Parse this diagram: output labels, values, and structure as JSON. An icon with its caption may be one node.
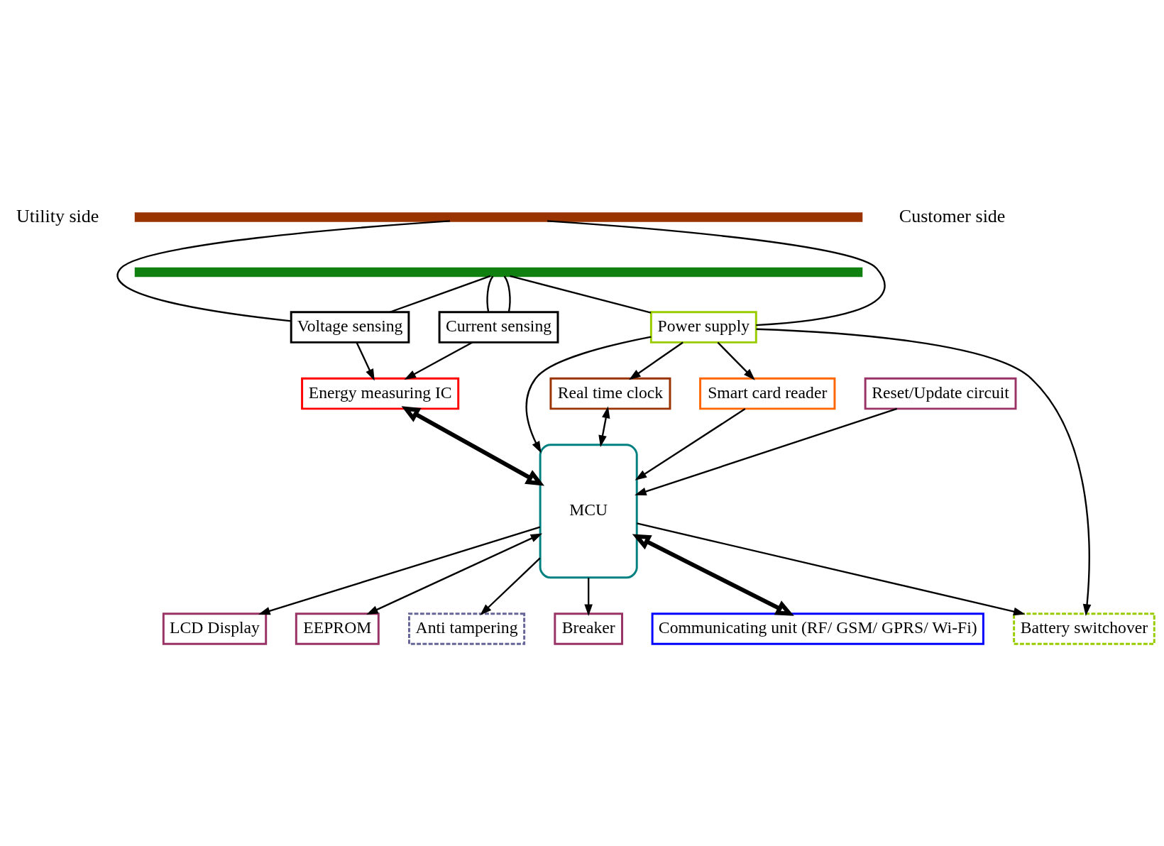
{
  "diagram": {
    "nodes": [
      {
        "text": [],
        "shape": "bar"
      },
      {
        "text": [],
        "shape": "bar"
      },
      {
        "text": [
          "Voltage sensing"
        ]
      },
      {
        "text": [
          "Current sensing"
        ]
      },
      {
        "text": [
          "Energy measuring IC"
        ]
      },
      {
        "text": [
          "Power supply"
        ]
      },
      {
        "text": [
          "Battery switchover"
        ]
      },
      {
        "text": [
          "MCU"
        ]
      },
      {
        "text": [
          "Reset/Update circuit"
        ]
      },
      {
        "text": [
          "Real time clock"
        ]
      },
      {
        "text": [
          "LCD Display"
        ]
      },
      {
        "text": [
          "EEPROM"
        ]
      },
      {
        "text": [
          "Anti tampering"
        ]
      },
      {
        "text": [
          "Breaker"
        ]
      },
      {
        "text": [
          "Smart card reader"
        ]
      },
      {
        "text": [
          "Communicating unit (RF/ GSM/ GPRS/ Wi-Fi)"
        ]
      }
    ],
    "edges": [
      {
        "from": 1,
        "to": 2,
        "arrow": "none"
      },
      {
        "from": 0,
        "to": 2,
        "arrow": "none"
      },
      {
        "from": 1,
        "to": 3,
        "arrow": "none"
      },
      {
        "from": 1,
        "to": 3,
        "arrow": "none"
      },
      {
        "from": 1,
        "to": 5,
        "arrow": "none"
      },
      {
        "from": 0,
        "to": 5,
        "arrow": "none"
      },
      {
        "from": 2,
        "to": 4,
        "arrow": "to"
      },
      {
        "from": 3,
        "to": 4,
        "arrow": "to"
      },
      {
        "from": 4,
        "to": 7,
        "arrow": "both",
        "style": "thick"
      },
      {
        "from": 5,
        "to": 7,
        "arrow": "to"
      },
      {
        "from": 5,
        "to": 6,
        "arrow": "to"
      },
      {
        "from": 7,
        "to": 6,
        "arrow": "to"
      },
      {
        "from": 8,
        "to": 7,
        "arrow": "to"
      },
      {
        "from": 5,
        "to": 9,
        "arrow": "to"
      },
      {
        "from": 9,
        "to": 7,
        "arrow": "both"
      },
      {
        "from": 7,
        "to": 10,
        "arrow": "to"
      },
      {
        "from": 7,
        "to": 11,
        "arrow": "both"
      },
      {
        "from": 7,
        "to": 12,
        "arrow": "to"
      },
      {
        "from": 14,
        "to": 7,
        "arrow": "to"
      },
      {
        "from": 7,
        "to": 13,
        "arrow": "to"
      },
      {
        "from": 5,
        "to": 14,
        "arrow": "to"
      },
      {
        "from": 7,
        "to": 15,
        "arrow": "both",
        "style": "thick"
      }
    ],
    "labels": [
      "Utility side",
      "Customer side"
    ]
  }
}
